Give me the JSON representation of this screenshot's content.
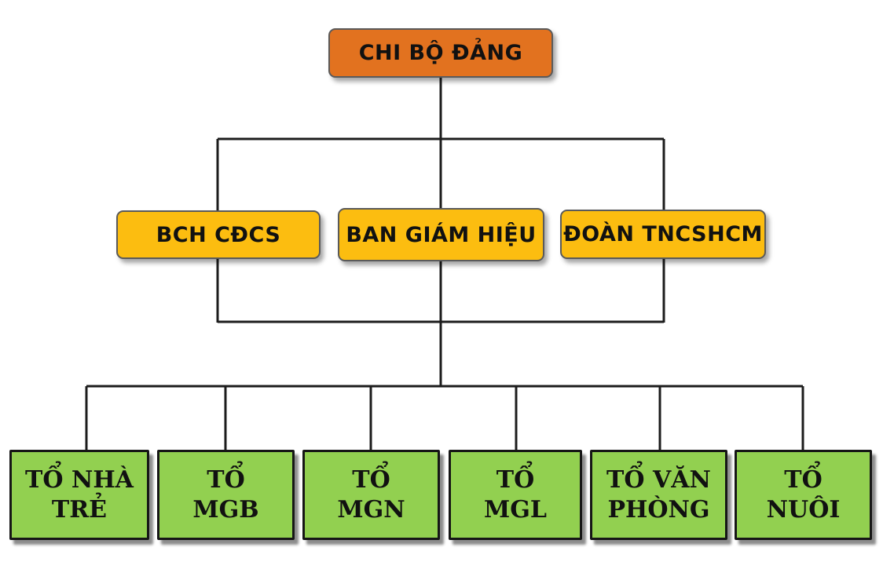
{
  "diagram": {
    "type": "org-chart",
    "nodes": {
      "top": {
        "label": "CHI BỘ ĐẢNG"
      },
      "middle": [
        {
          "label": "BCH CĐCS"
        },
        {
          "label": "BAN GIÁM HIỆU"
        },
        {
          "label": "ĐOÀN TNCSHCM"
        }
      ],
      "bottom": [
        {
          "line1": "TỔ NHÀ",
          "line2": "TRẺ"
        },
        {
          "line1": "TỔ",
          "line2": "MGB"
        },
        {
          "line1": "TỔ",
          "line2": "MGN"
        },
        {
          "line1": "TỔ",
          "line2": "MGL"
        },
        {
          "line1": "TỔ VĂN",
          "line2": "PHÒNG"
        },
        {
          "line1": "TỔ",
          "line2": "NUÔI"
        }
      ]
    }
  },
  "colors": {
    "orange": "#e2721f",
    "yellow": "#fcbd10",
    "green": "#92d050",
    "border": "#5a5a5a",
    "line": "#1c1c1c",
    "text": "#111111"
  }
}
